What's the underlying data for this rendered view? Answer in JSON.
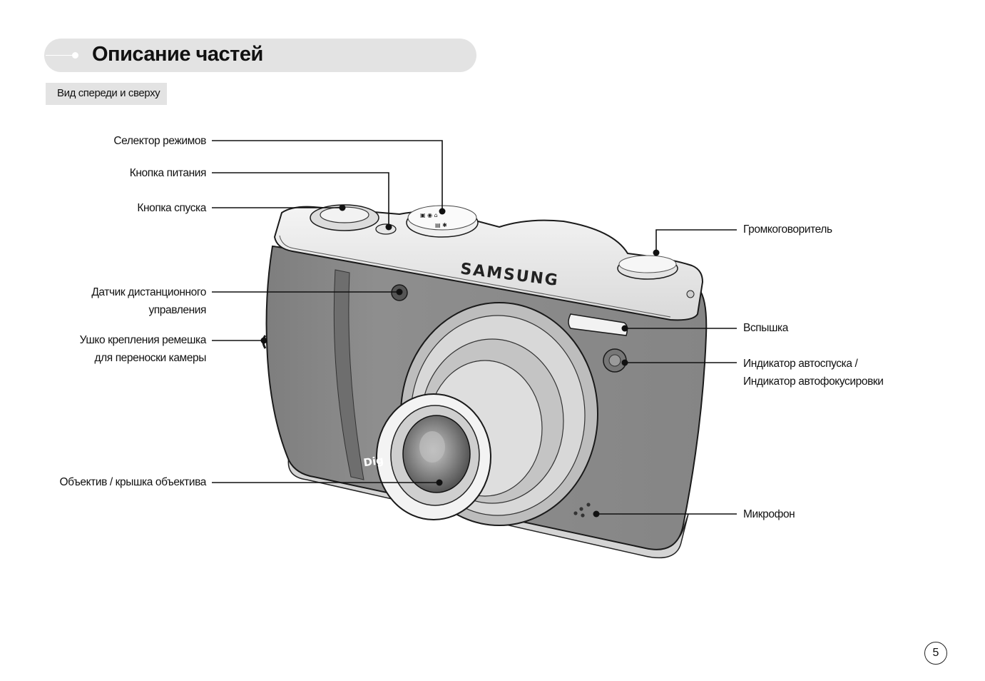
{
  "page": {
    "title": "Описание частей",
    "subtitle": "Вид спереди и сверху",
    "page_number": "5"
  },
  "camera": {
    "brand_text": "SAMSUNG",
    "lens_ring_text": "Dig"
  },
  "labels": {
    "mode_selector": "Селектор режимов",
    "power_button": "Кнопка питания",
    "shutter_button": "Кнопка спуска",
    "remote_sensor_line1": "Датчик дистанционного",
    "remote_sensor_line2": "управления",
    "strap_eyelet_line1": "Ушко крепления ремешка",
    "strap_eyelet_line2": "для переноски камеры",
    "lens_cover": "Объектив / крышка объектива",
    "speaker": "Громкоговоритель",
    "flash": "Вспышка",
    "indicator_line1": "Индикатор автоспуска /",
    "indicator_line2": "Индикатор автофокусировки",
    "microphone": "Микрофон"
  }
}
